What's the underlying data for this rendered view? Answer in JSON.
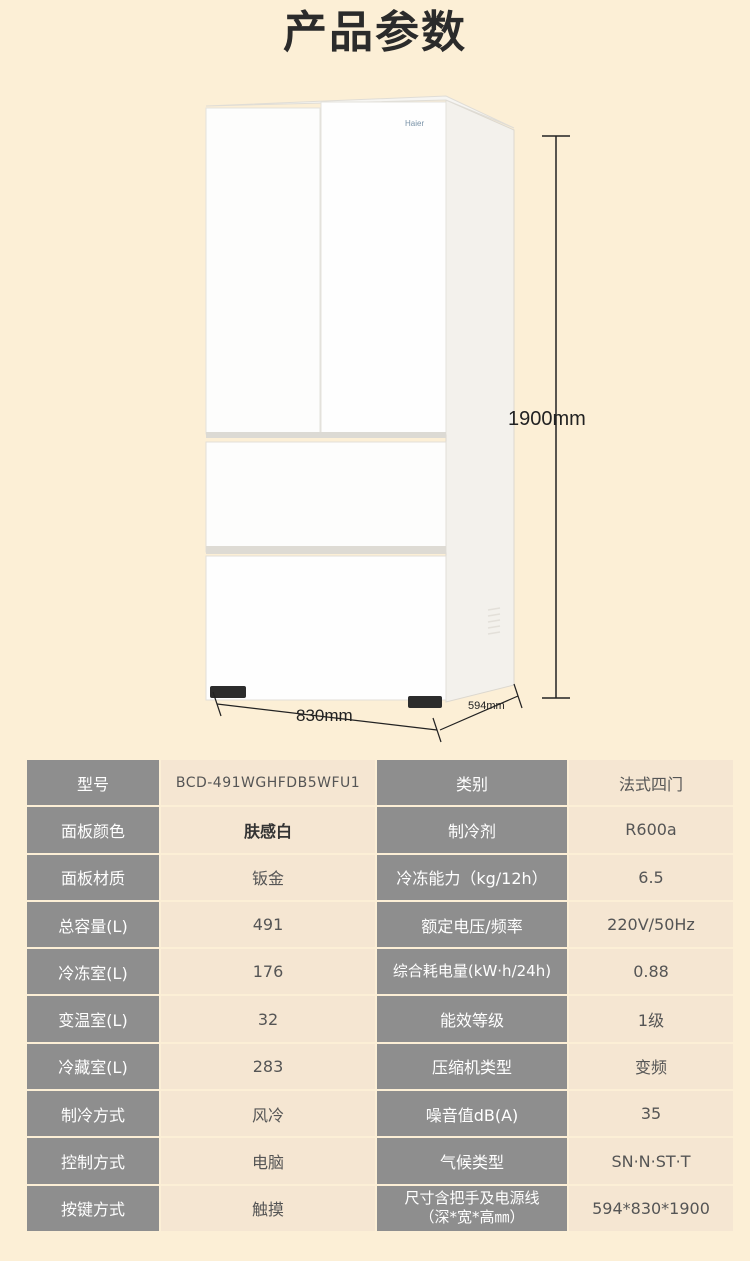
{
  "page_title": "产品参数",
  "dimensions": {
    "height": "1900mm",
    "width": "830mm",
    "depth": "594mm"
  },
  "brand_logo": "Haier",
  "specs": [
    {
      "k1": "型号",
      "v1": "BCD-491WGHFDB5WFU1",
      "k2": "类别",
      "v2": "法式四门"
    },
    {
      "k1": "面板颜色",
      "v1": "肤感白",
      "k2": "制冷剂",
      "v2": "R600a"
    },
    {
      "k1": "面板材质",
      "v1": "钣金",
      "k2": "冷冻能力（kg/12h）",
      "v2": "6.5"
    },
    {
      "k1": "总容量(L)",
      "v1": "491",
      "k2": "额定电压/频率",
      "v2": "220V/50Hz"
    },
    {
      "k1": "冷冻室(L)",
      "v1": "176",
      "k2": "综合耗电量(kW·h/24h)",
      "v2": "0.88"
    },
    {
      "k1": "变温室(L)",
      "v1": "32",
      "k2": "能效等级",
      "v2": "1级"
    },
    {
      "k1": "冷藏室(L)",
      "v1": "283",
      "k2": "压缩机类型",
      "v2": "变频"
    },
    {
      "k1": "制冷方式",
      "v1": "风冷",
      "k2": "噪音值dB(A)",
      "v2": "35"
    },
    {
      "k1": "控制方式",
      "v1": "电脑",
      "k2": "气候类型",
      "v2": "SN·N·ST·T"
    },
    {
      "k1": "按键方式",
      "v1": "触摸",
      "k2_line1": "尺寸含把手及电源线",
      "k2_line2": "（深*宽*高㎜）",
      "v2": "594*830*1900"
    }
  ]
}
